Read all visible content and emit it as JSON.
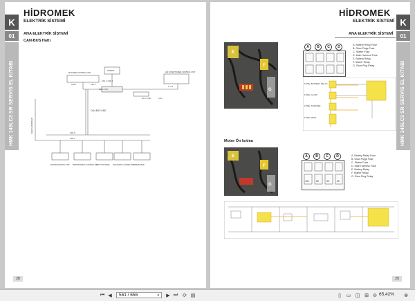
{
  "brand": "HİDROMEK",
  "left_page": {
    "subtitle": "ELEKTRİK SİSTEMİ",
    "tab_letter": "K",
    "tab_number": "01",
    "side_text": "HMK 145LC3 SR SERVİS EL KİTABI",
    "section_title": "ANA ELEKTRİK SİSTEMİ",
    "section_sub": "CAN-BUS Hattı",
    "page_number": "28",
    "diagram": {
      "opera": "OPERA",
      "machine_control": "MACHINE CONTROL UNIT",
      "air_conditioner": "AIR CONDITIONER CONTROL UNIT",
      "can_bus_line": "CAN-BUS LINE",
      "main_harness": "MAIN HARNESS",
      "boxes": [
        "ENGINE CONTROL UNIT",
        "PROPORTIONAL CONTROL UNIT",
        "JOYSTICK PANEL",
        "DIAGNOSTIC CONNECTOR",
        "IMMOBILIZER"
      ],
      "labels": [
        "CAN 1 / CAN 2",
        "CAN 1",
        "CAN 2",
        "J1 / J2",
        "CAN-H",
        "CAN-L",
        "RC-C / CN1",
        "RC-C / CN5",
        "CN1"
      ]
    }
  },
  "right_page": {
    "subtitle": "ELEKTRİK SİSTEMİ",
    "tab_letter": "K",
    "tab_number": "01",
    "side_text": "HMK 145LC3 SR SERVİS EL KİTABI",
    "section_title": "ANA ELEKTRİK SİSTEMİ",
    "page_number": "29",
    "section2_title": "Motor Ön Isıtma",
    "photo_labels_top": [
      "E",
      "F",
      "G"
    ],
    "photo_labels_bottom": [
      "E",
      "F",
      "G"
    ],
    "fuse_letters": [
      "A",
      "B",
      "C",
      "D"
    ],
    "legend_top": [
      "A.  Battery Relay Fuse",
      "B.  Glow Plugs Fuse",
      "C.  Starter Fuse",
      "D.  Main Harness Fuse",
      "E.  Battery Relay",
      "F.  Starter Relay",
      "G.  Glow Plug Relay"
    ],
    "legend_bottom": [
      "A.  Battery Relay Fuse",
      "B.  Glow Plugs Fuse",
      "C.  Starter Fuse",
      "D.  Main Harness Fuse",
      "E.  Battery Relay",
      "F.  Starter Relay",
      "G.  Glow Plug Relay"
    ],
    "fuse_values": [
      "100",
      "80",
      "80",
      "80"
    ],
    "wiring_labels": [
      "FUSE, BATTERY RELAY",
      "FUSE, GLOW",
      "FUSE, STARTER",
      "FUSE, MAIN"
    ]
  },
  "toolbar": {
    "page_field": "561 / 656",
    "zoom": "65,42%"
  },
  "colors": {
    "background": "#c9c9c9",
    "sidebar": "#b9b9b9",
    "highlight_yellow": "#f5e24a",
    "highlight_orange": "#f0a830"
  }
}
